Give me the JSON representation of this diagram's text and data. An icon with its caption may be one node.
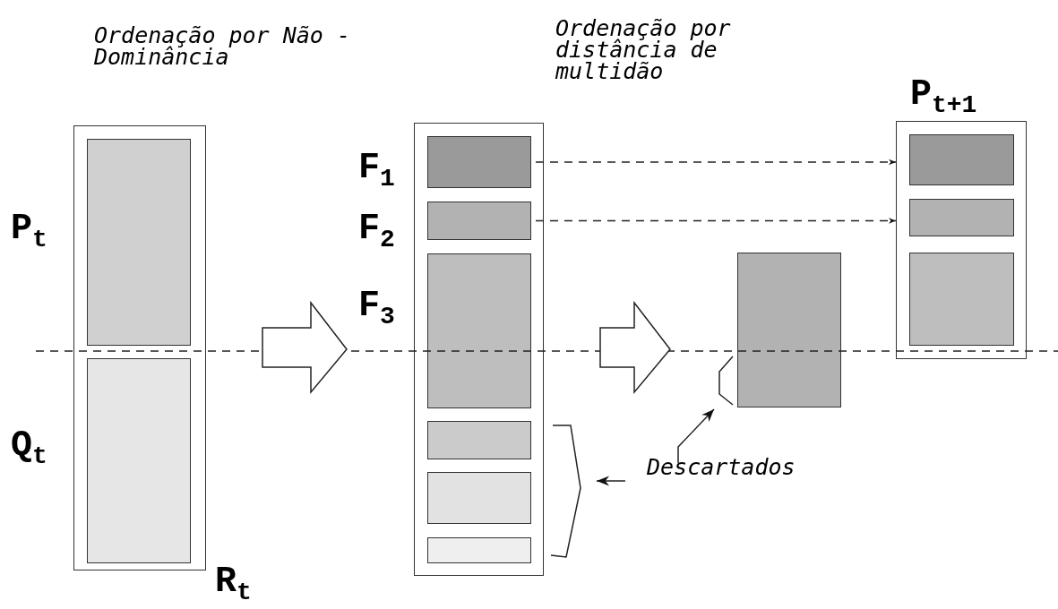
{
  "diagram": {
    "nodes": [
      {
        "text": [],
        "shape": "box",
        "beside": [
          "R$_{t}$"
        ]
      },
      {
        "text": [],
        "shape": "box",
        "in": 0,
        "beside": [
          "P$_{t}$"
        ]
      },
      {
        "text": [],
        "shape": "box",
        "in": 0,
        "beside": [
          "Q$_{t}$"
        ]
      },
      {
        "text": [],
        "shape": "box"
      },
      {
        "text": [],
        "shape": "box",
        "in": 3,
        "beside": [
          "F$_{1}$"
        ]
      },
      {
        "text": [],
        "shape": "box",
        "in": 3,
        "beside": [
          "F$_{2}$"
        ]
      },
      {
        "text": [],
        "shape": "box",
        "in": 3,
        "beside": [
          "F$_{3}$"
        ]
      },
      {
        "text": [],
        "shape": "box",
        "in": 3
      },
      {
        "text": [],
        "shape": "box",
        "in": 3
      },
      {
        "text": [],
        "shape": "box",
        "in": 3
      },
      {
        "text": [],
        "shape": "box"
      },
      {
        "text": [],
        "shape": "box",
        "beside": [
          "P$_{t+1}$"
        ]
      },
      {
        "text": [],
        "shape": "box",
        "in": 11
      },
      {
        "text": [],
        "shape": "box",
        "in": 11
      },
      {
        "text": [],
        "shape": "box",
        "in": 11
      },
      {
        "text": [
          "Descartados"
        ]
      }
    ],
    "edges": [
      {
        "from": 0,
        "to": 3,
        "arrow": "to"
      },
      {
        "from": 3,
        "to": 10,
        "arrow": "to"
      },
      {
        "from": 4,
        "to": 12,
        "arrow": "to",
        "style": "dashed"
      },
      {
        "from": 5,
        "to": 13,
        "arrow": "to",
        "style": "dashed"
      },
      {
        "from": 15,
        "to": 10,
        "arrow": "to"
      },
      {
        "from": 15,
        "to": 3,
        "arrow": "to"
      }
    ],
    "labels": [
      "Ordenação por Não - Dominância",
      "Ordenação por distância de multidão"
    ]
  }
}
